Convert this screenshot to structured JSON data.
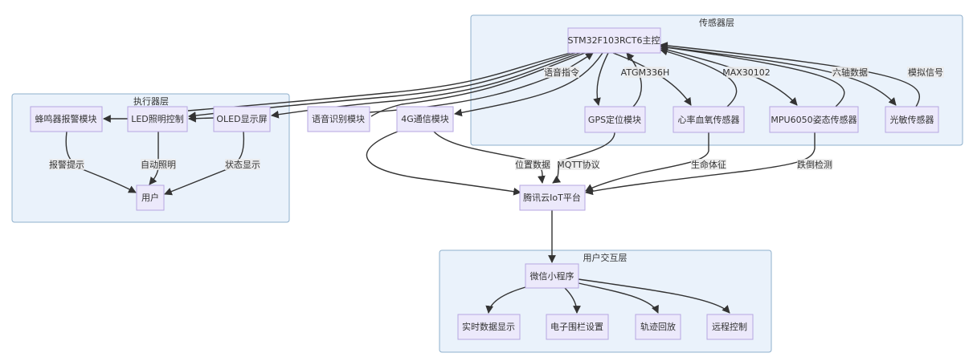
{
  "diagram": {
    "type": "flowchart",
    "clusters": [
      {
        "id": "sensor",
        "title": "传感器层"
      },
      {
        "id": "actuator",
        "title": "执行器层"
      },
      {
        "id": "user",
        "title": "用户交互层"
      }
    ],
    "nodes": [
      {
        "id": "mcu",
        "label": "STM32F103RCT6主控",
        "cluster": "sensor"
      },
      {
        "id": "gps",
        "label": "GPS定位模块",
        "cluster": "sensor"
      },
      {
        "id": "hr",
        "label": "心率血氧传感器",
        "cluster": "sensor"
      },
      {
        "id": "mpu",
        "label": "MPU6050姿态传感器",
        "cluster": "sensor"
      },
      {
        "id": "light",
        "label": "光敏传感器",
        "cluster": "sensor"
      },
      {
        "id": "buzzer",
        "label": "蜂鸣器报警模块",
        "cluster": "actuator"
      },
      {
        "id": "led",
        "label": "LED照明控制",
        "cluster": "actuator"
      },
      {
        "id": "oled",
        "label": "OLED显示屏",
        "cluster": "actuator"
      },
      {
        "id": "person",
        "label": "用户",
        "cluster": "actuator"
      },
      {
        "id": "voice",
        "label": "语音识别模块",
        "cluster": null
      },
      {
        "id": "lte",
        "label": "4G通信模块",
        "cluster": null
      },
      {
        "id": "cloud",
        "label": "腾讯云IoT平台",
        "cluster": null
      },
      {
        "id": "wechat",
        "label": "微信小程序",
        "cluster": "user"
      },
      {
        "id": "realtime",
        "label": "实时数据显示",
        "cluster": "user"
      },
      {
        "id": "fence",
        "label": "电子围栏设置",
        "cluster": "user"
      },
      {
        "id": "track",
        "label": "轨迹回放",
        "cluster": "user"
      },
      {
        "id": "remote",
        "label": "远程控制",
        "cluster": "user"
      }
    ],
    "edges": [
      {
        "from": "gps",
        "to": "mcu",
        "label": "ATGM336H"
      },
      {
        "from": "mcu",
        "to": "gps",
        "label": ""
      },
      {
        "from": "hr",
        "to": "mcu",
        "label": "MAX30102"
      },
      {
        "from": "mcu",
        "to": "hr",
        "label": ""
      },
      {
        "from": "mpu",
        "to": "mcu",
        "label": "六轴数据"
      },
      {
        "from": "mcu",
        "to": "mpu",
        "label": ""
      },
      {
        "from": "light",
        "to": "mcu",
        "label": "模拟信号"
      },
      {
        "from": "mcu",
        "to": "light",
        "label": ""
      },
      {
        "from": "voice",
        "to": "mcu",
        "label": "语音指令"
      },
      {
        "from": "mcu",
        "to": "lte",
        "label": ""
      },
      {
        "from": "mcu",
        "to": "voice",
        "label": ""
      },
      {
        "from": "mcu",
        "to": "oled",
        "label": ""
      },
      {
        "from": "mcu",
        "to": "led",
        "label": ""
      },
      {
        "from": "mcu",
        "to": "buzzer",
        "label": ""
      },
      {
        "from": "buzzer",
        "to": "person",
        "label": "报警提示"
      },
      {
        "from": "led",
        "to": "person",
        "label": "自动照明"
      },
      {
        "from": "oled",
        "to": "person",
        "label": "状态显示"
      },
      {
        "from": "lte",
        "to": "cloud",
        "label": "位置数据"
      },
      {
        "from": "gps",
        "to": "cloud",
        "label": "MQTT协议"
      },
      {
        "from": "lte",
        "to": "cloud",
        "label": ""
      },
      {
        "from": "hr",
        "to": "cloud",
        "label": "生命体征"
      },
      {
        "from": "mpu",
        "to": "cloud",
        "label": "跌倒检测"
      },
      {
        "from": "cloud",
        "to": "wechat",
        "label": ""
      },
      {
        "from": "wechat",
        "to": "realtime",
        "label": ""
      },
      {
        "from": "wechat",
        "to": "fence",
        "label": ""
      },
      {
        "from": "wechat",
        "to": "track",
        "label": ""
      },
      {
        "from": "wechat",
        "to": "remote",
        "label": ""
      }
    ]
  }
}
